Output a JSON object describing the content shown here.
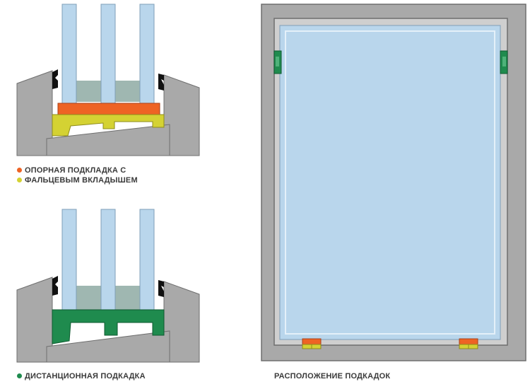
{
  "colors": {
    "frame_gray": "#a9a9a9",
    "frame_dark": "#8f8f8f",
    "glass": "#b9d6ec",
    "glass_edge": "#7f9fb8",
    "gap_fill": "#9fb7b1",
    "seal": "#111111",
    "support_orange": "#ee6324",
    "insert_yellow": "#d4d233",
    "spacer_green": "#1f8b4e",
    "pane_light": "#cfe4f4"
  },
  "captions": {
    "legend_line1": "ОПОРНАЯ ПОДКЛАДКА С",
    "legend_line2": "ФАЛЬЦЕВЫМ ВКЛАДЫШЕМ",
    "distance_pad": "ДИСТАНЦИОННАЯ ПОДКАДКА",
    "layout": "РАСПОЛОЖЕНИЕ ПОДКАДОК"
  }
}
